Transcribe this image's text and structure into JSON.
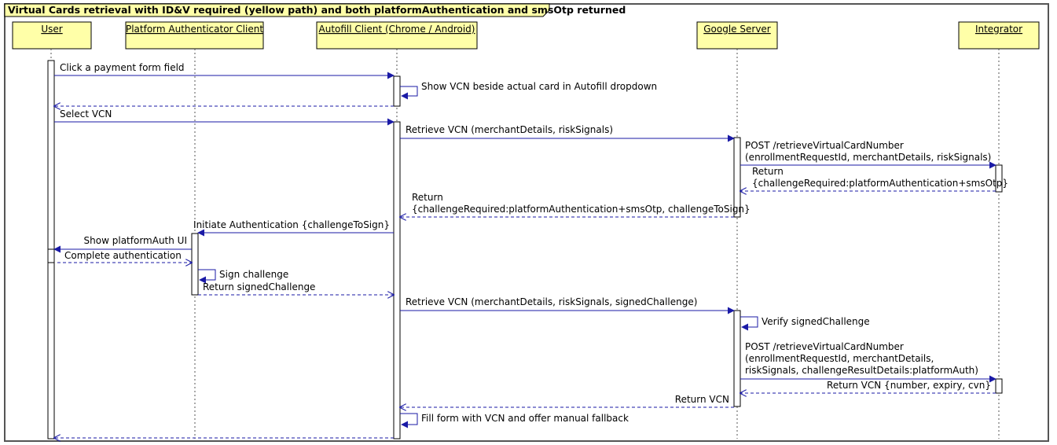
{
  "title": "Virtual Cards retrieval with ID&V required (yellow path) and both platformAuthentication and smsOtp returned",
  "colors": {
    "participant_fill": "#ffffa8",
    "participant_border": "#000000",
    "message": "#1a1aa6",
    "lifeline": "#555555",
    "frame_border": "#555555",
    "activation_fill": "#ffffff"
  },
  "participants": [
    {
      "id": "user",
      "label": "User"
    },
    {
      "id": "pac",
      "label": "Platform Authenticator Client"
    },
    {
      "id": "autofill",
      "label": "Autofill Client (Chrome / Android)"
    },
    {
      "id": "google",
      "label": "Google Server"
    },
    {
      "id": "integrator",
      "label": "Integrator"
    }
  ],
  "messages": [
    {
      "from": "user",
      "to": "autofill",
      "type": "sync",
      "lines": [
        "Click a payment form field"
      ]
    },
    {
      "from": "autofill",
      "to": "autofill",
      "type": "self",
      "lines": [
        "Show VCN beside actual card in Autofill dropdown"
      ]
    },
    {
      "from": "autofill",
      "to": "user",
      "type": "return",
      "lines": []
    },
    {
      "from": "user",
      "to": "autofill",
      "type": "sync",
      "lines": [
        "Select VCN"
      ]
    },
    {
      "from": "autofill",
      "to": "google",
      "type": "sync",
      "lines": [
        "Retrieve VCN (merchantDetails, riskSignals)"
      ]
    },
    {
      "from": "google",
      "to": "integrator",
      "type": "sync",
      "lines": [
        "POST /retrieveVirtualCardNumber",
        "(enrollmentRequestId, merchantDetails, riskSignals)"
      ]
    },
    {
      "from": "integrator",
      "to": "google",
      "type": "return",
      "lines": [
        "Return",
        "{challengeRequired:platformAuthentication+smsOtp}"
      ]
    },
    {
      "from": "google",
      "to": "autofill",
      "type": "return",
      "lines": [
        "Return",
        "{challengeRequired:platformAuthentication+smsOtp, challengeToSign}"
      ]
    },
    {
      "from": "autofill",
      "to": "pac",
      "type": "sync",
      "lines": [
        "Initiate Authentication {challengeToSign}"
      ]
    },
    {
      "from": "pac",
      "to": "user",
      "type": "sync",
      "lines": [
        "Show platformAuth UI"
      ]
    },
    {
      "from": "user",
      "to": "pac",
      "type": "return",
      "lines": [
        "Complete authentication"
      ]
    },
    {
      "from": "pac",
      "to": "pac",
      "type": "self",
      "lines": [
        "Sign challenge"
      ]
    },
    {
      "from": "pac",
      "to": "autofill",
      "type": "return",
      "lines": [
        "Return signedChallenge"
      ]
    },
    {
      "from": "autofill",
      "to": "google",
      "type": "sync",
      "lines": [
        "Retrieve VCN (merchantDetails, riskSignals, signedChallenge)"
      ]
    },
    {
      "from": "google",
      "to": "google",
      "type": "self",
      "lines": [
        "Verify signedChallenge"
      ]
    },
    {
      "from": "google",
      "to": "integrator",
      "type": "sync",
      "lines": [
        "POST /retrieveVirtualCardNumber",
        "(enrollmentRequestId, merchantDetails,",
        "riskSignals, challengeResultDetails:platformAuth)"
      ]
    },
    {
      "from": "integrator",
      "to": "google",
      "type": "return",
      "lines": [
        "Return VCN {number, expiry, cvn}"
      ]
    },
    {
      "from": "google",
      "to": "autofill",
      "type": "return",
      "lines": [
        "Return VCN"
      ]
    },
    {
      "from": "autofill",
      "to": "autofill",
      "type": "self",
      "lines": [
        "Fill form with VCN and offer manual fallback"
      ]
    },
    {
      "from": "autofill",
      "to": "user",
      "type": "return",
      "lines": []
    }
  ]
}
